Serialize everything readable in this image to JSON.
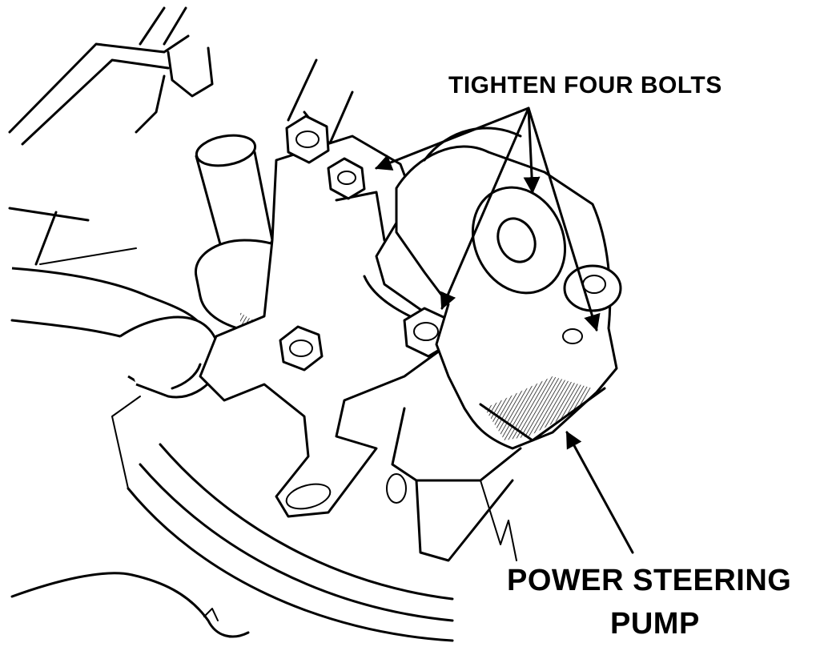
{
  "diagram": {
    "labels": {
      "tighten_bolts": "TIGHTEN FOUR BOLTS",
      "pump_line1": "POWER STEERING",
      "pump_line2": "PUMP"
    },
    "colors": {
      "ink": "#000000",
      "paper": "#ffffff"
    }
  }
}
